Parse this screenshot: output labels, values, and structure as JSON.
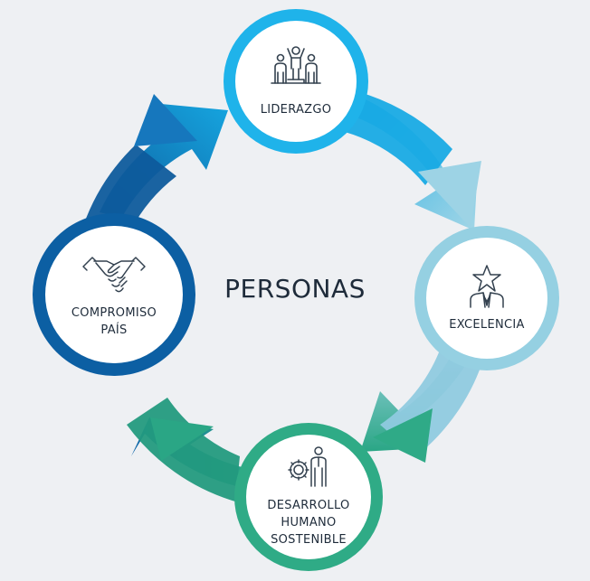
{
  "center_title": "PERSONAS",
  "nodes": {
    "liderazgo": {
      "label": "LIDERAZGO",
      "icon": "podium-people-icon",
      "color": "#1fb3ea"
    },
    "excelencia": {
      "label": "EXCELENCIA",
      "icon": "star-executive-icon",
      "color": "#95d0e2"
    },
    "desarrollo": {
      "label": "DESARROLLO\nHUMANO\nSOSTENIBLE",
      "icon": "person-gear-icon",
      "color": "#2fab86"
    },
    "compromiso": {
      "label": "COMPROMISO\nPAÍS",
      "icon": "handshake-icon",
      "color": "#0c5fa3"
    }
  },
  "colors": {
    "background": "#eef0f3",
    "arc_blue_top": "#16a5df",
    "arc_lightblue": "#9ad2e4",
    "arc_green": "#2aa685",
    "arc_darkblue": "#0f66aa",
    "text": "#1e2b3a",
    "icon_stroke": "#33414f"
  }
}
